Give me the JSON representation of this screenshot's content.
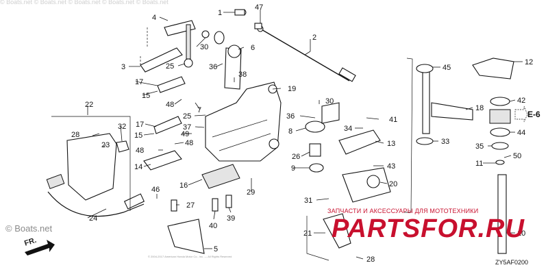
{
  "diagram": {
    "diagram_code": "ZY5AF0200",
    "reference_label": "E-6",
    "watermark_top": "© Boats.net © Boats.net © Boats.net © Boats.net © Boats.net",
    "watermark_left": "© Boats.net",
    "direction_label": "FR.",
    "shop_tagline": "ЗАПЧАСТИ И АКСЕССУАРЫ ДЛЯ МОТОТЕХНИКИ",
    "shop_logo": "PARTSFOR.RU",
    "copyright_line": "© 2004-2017 American Honda Motor Co., Inc. — All Rights Reserved"
  },
  "callouts": {
    "c1": "1",
    "c2": "2",
    "c3": "3",
    "c4": "4",
    "c5": "5",
    "c6": "6",
    "c7": "7",
    "c8": "8",
    "c9": "9",
    "c10": "10",
    "c11": "11",
    "c12": "12",
    "c13": "13",
    "c14": "14",
    "c15a": "15",
    "c15b": "15",
    "c16": "16",
    "c17a": "17",
    "c17b": "17",
    "c18": "18",
    "c19": "19",
    "c20": "20",
    "c21": "21",
    "c22": "22",
    "c23": "23",
    "c24": "24",
    "c25a": "25",
    "c25b": "25",
    "c26": "26",
    "c27": "27",
    "c28a": "28",
    "c28b": "28",
    "c29": "29",
    "c30a": "30",
    "c30b": "30",
    "c31": "31",
    "c32": "32",
    "c33": "33",
    "c34": "34",
    "c35": "35",
    "c36a": "36",
    "c36b": "36",
    "c37": "37",
    "c38": "38",
    "c39": "39",
    "c40": "40",
    "c41": "41",
    "c42": "42",
    "c43": "43",
    "c44": "44",
    "c45": "45",
    "c46": "46",
    "c47": "47",
    "c48a": "48",
    "c48b": "48",
    "c48c": "48",
    "c49": "49",
    "c50": "50"
  }
}
